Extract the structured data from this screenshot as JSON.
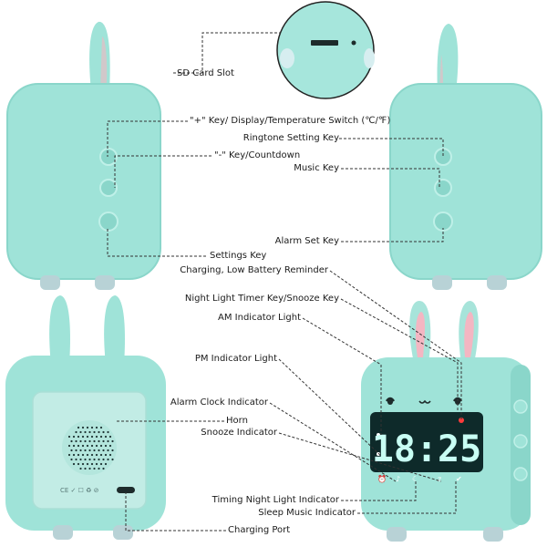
{
  "colors": {
    "body": "#9fe3d8",
    "body_dark": "#7fcfc3",
    "ear_inner": "#f4b6c2",
    "foot": "#b8d2d6",
    "display_bg": "#0e2a2a",
    "display_digits": "#c8fff4",
    "leader": "#333333"
  },
  "display_time": "18:25",
  "icons": [
    "alarm-bell-icon",
    "sleep-music-icon",
    "night-light-icon",
    "snooze-icon"
  ],
  "labels": {
    "sd_card_slot": "SD Card Slot",
    "plus_key": "\"+\" Key/ Display/Temperature Switch  (℃/℉)",
    "ringtone_key": "Ringtone Setting Key",
    "minus_key": "\"-\" Key/Countdown",
    "music_key": "Music Key",
    "alarm_set_key": "Alarm Set Key",
    "settings_key": "Settings Key",
    "charging_reminder": "Charging, Low Battery Reminder",
    "night_light_timer": "Night Light Timer Key/Snooze Key",
    "am_indicator": "AM Indicator Light",
    "pm_indicator": "PM Indicator Light",
    "alarm_clock_indicator": "Alarm Clock Indicator",
    "horn": "Horn",
    "snooze_indicator": "Snooze Indicator",
    "timing_night_light": "Timing Night Light Indicator",
    "sleep_music": "Sleep Music Indicator",
    "charging_port": "Charging Port"
  }
}
